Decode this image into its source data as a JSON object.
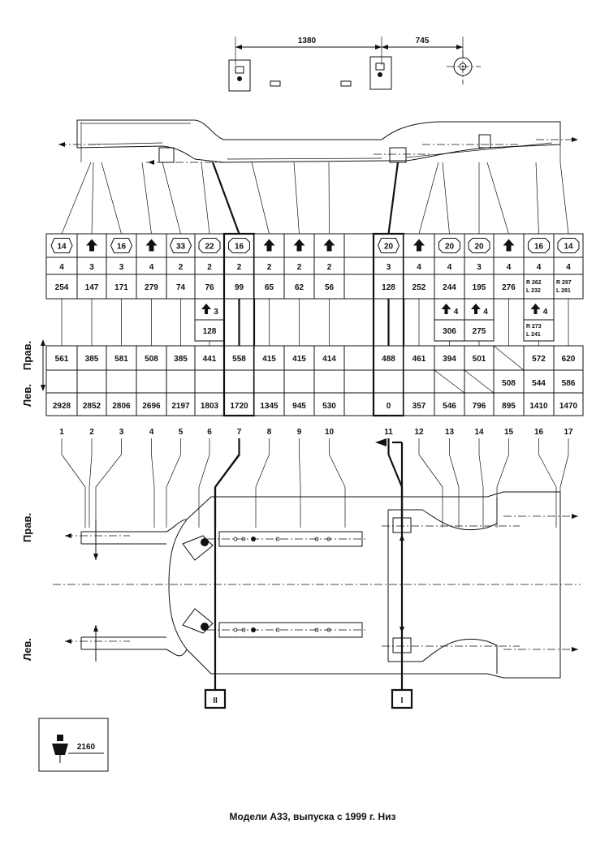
{
  "dimensions": {
    "top_left": "1380",
    "top_right": "745",
    "height_ref": "2160"
  },
  "side_labels": {
    "right": "Прав.",
    "left": "Лев."
  },
  "caption": "Модели А33, выпуска с 1999 г. Низ",
  "markers": {
    "m1": "I",
    "m2": "II"
  },
  "columns": [
    {
      "n": "1",
      "sym": "14",
      "type": "hex",
      "qty": "4",
      "v1": "254",
      "ext": null,
      "right": "561",
      "left": "",
      "dist": "2928"
    },
    {
      "n": "2",
      "sym": "",
      "type": "arrow",
      "qty": "3",
      "v1": "147",
      "ext": null,
      "right": "385",
      "left": "",
      "dist": "2852"
    },
    {
      "n": "3",
      "sym": "16",
      "type": "hex",
      "qty": "3",
      "v1": "171",
      "ext": null,
      "right": "581",
      "left": "",
      "dist": "2806"
    },
    {
      "n": "4",
      "sym": "",
      "type": "arrow",
      "qty": "4",
      "v1": "279",
      "ext": null,
      "right": "508",
      "left": "",
      "dist": "2696"
    },
    {
      "n": "5",
      "sym": "33",
      "type": "hex",
      "qty": "2",
      "v1": "74",
      "ext": null,
      "right": "385",
      "left": "",
      "dist": "2197"
    },
    {
      "n": "6",
      "sym": "22",
      "type": "oct",
      "qty": "2",
      "v1": "76",
      "ext": {
        "qty": "3",
        "val": "128"
      },
      "right": "441",
      "left": "",
      "dist": "1803"
    },
    {
      "n": "7",
      "sym": "16",
      "type": "oct",
      "qty": "2",
      "v1": "99",
      "ext": null,
      "right": "558",
      "left": "",
      "dist": "1720"
    },
    {
      "n": "8",
      "sym": "",
      "type": "arrow",
      "qty": "2",
      "v1": "65",
      "ext": null,
      "right": "415",
      "left": "",
      "dist": "1345"
    },
    {
      "n": "9",
      "sym": "",
      "type": "arrow",
      "qty": "2",
      "v1": "62",
      "ext": null,
      "right": "415",
      "left": "",
      "dist": "945"
    },
    {
      "n": "10",
      "sym": "",
      "type": "arrow",
      "qty": "2",
      "v1": "56",
      "ext": null,
      "right": "414",
      "left": "",
      "dist": "530"
    },
    {
      "n": "11",
      "sym": "20",
      "type": "hex",
      "qty": "3",
      "v1": "128",
      "ext": null,
      "right": "488",
      "left": "",
      "dist": "0"
    },
    {
      "n": "12",
      "sym": "",
      "type": "arrow",
      "qty": "4",
      "v1": "252",
      "ext": null,
      "right": "461",
      "left": "",
      "dist": "357"
    },
    {
      "n": "13",
      "sym": "20",
      "type": "oct",
      "qty": "4",
      "v1": "244",
      "ext": {
        "qty": "4",
        "val": "306"
      },
      "right": "394",
      "left": "",
      "dist": "546"
    },
    {
      "n": "14",
      "sym": "20",
      "type": "oct",
      "qty": "3",
      "v1": "195",
      "ext": {
        "qty": "4",
        "val": "275"
      },
      "right": "501",
      "left": "",
      "dist": "796"
    },
    {
      "n": "15",
      "sym": "",
      "type": "arrow",
      "qty": "4",
      "v1": "276",
      "ext": null,
      "right": "",
      "left": "508",
      "dist": "895"
    },
    {
      "n": "16",
      "sym": "16",
      "type": "oct",
      "qty": "4",
      "v1": "",
      "v1r": "R 262",
      "v1l": "L 232",
      "ext": {
        "qty": "4",
        "r": "R 273",
        "l": "L 241"
      },
      "right": "572",
      "left": "544",
      "dist": "1410"
    },
    {
      "n": "17",
      "sym": "14",
      "type": "oct",
      "qty": "4",
      "v1": "",
      "v1r": "R 297",
      "v1l": "L 281",
      "ext": null,
      "right": "620",
      "left": "586",
      "dist": "1470"
    }
  ]
}
